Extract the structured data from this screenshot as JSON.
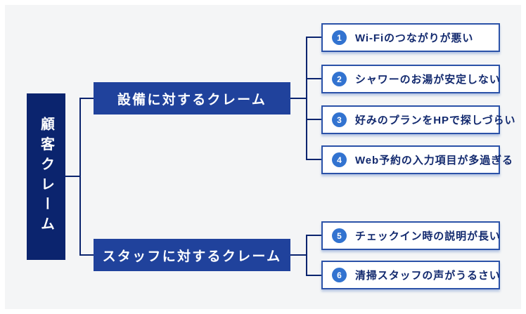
{
  "root": {
    "label": "顧客クレーム"
  },
  "branches": [
    {
      "label": "設備に対するクレーム",
      "items": [
        {
          "num": "1",
          "text": "Wi-Fiのつながりが悪い"
        },
        {
          "num": "2",
          "text": "シャワーのお湯が安定しない"
        },
        {
          "num": "3",
          "text": "好みのプランをHPで探しづらい"
        },
        {
          "num": "4",
          "text": "Web予約の入力項目が多過ぎる"
        }
      ]
    },
    {
      "label": "スタッフに対するクレーム",
      "items": [
        {
          "num": "5",
          "text": "チェックイン時の説明が長い"
        },
        {
          "num": "6",
          "text": "清掃スタッフの声がうるさい"
        }
      ]
    }
  ],
  "colors": {
    "page_background": "#ffffff",
    "panel_background": "#f4f5f6",
    "root_node": "#0b246e",
    "branch_node": "#20429c",
    "item_border": "#2b52a8",
    "item_badge": "#3273d0",
    "item_text": "#12296e",
    "node_text": "#ffffff",
    "connector": "#0b246e"
  }
}
